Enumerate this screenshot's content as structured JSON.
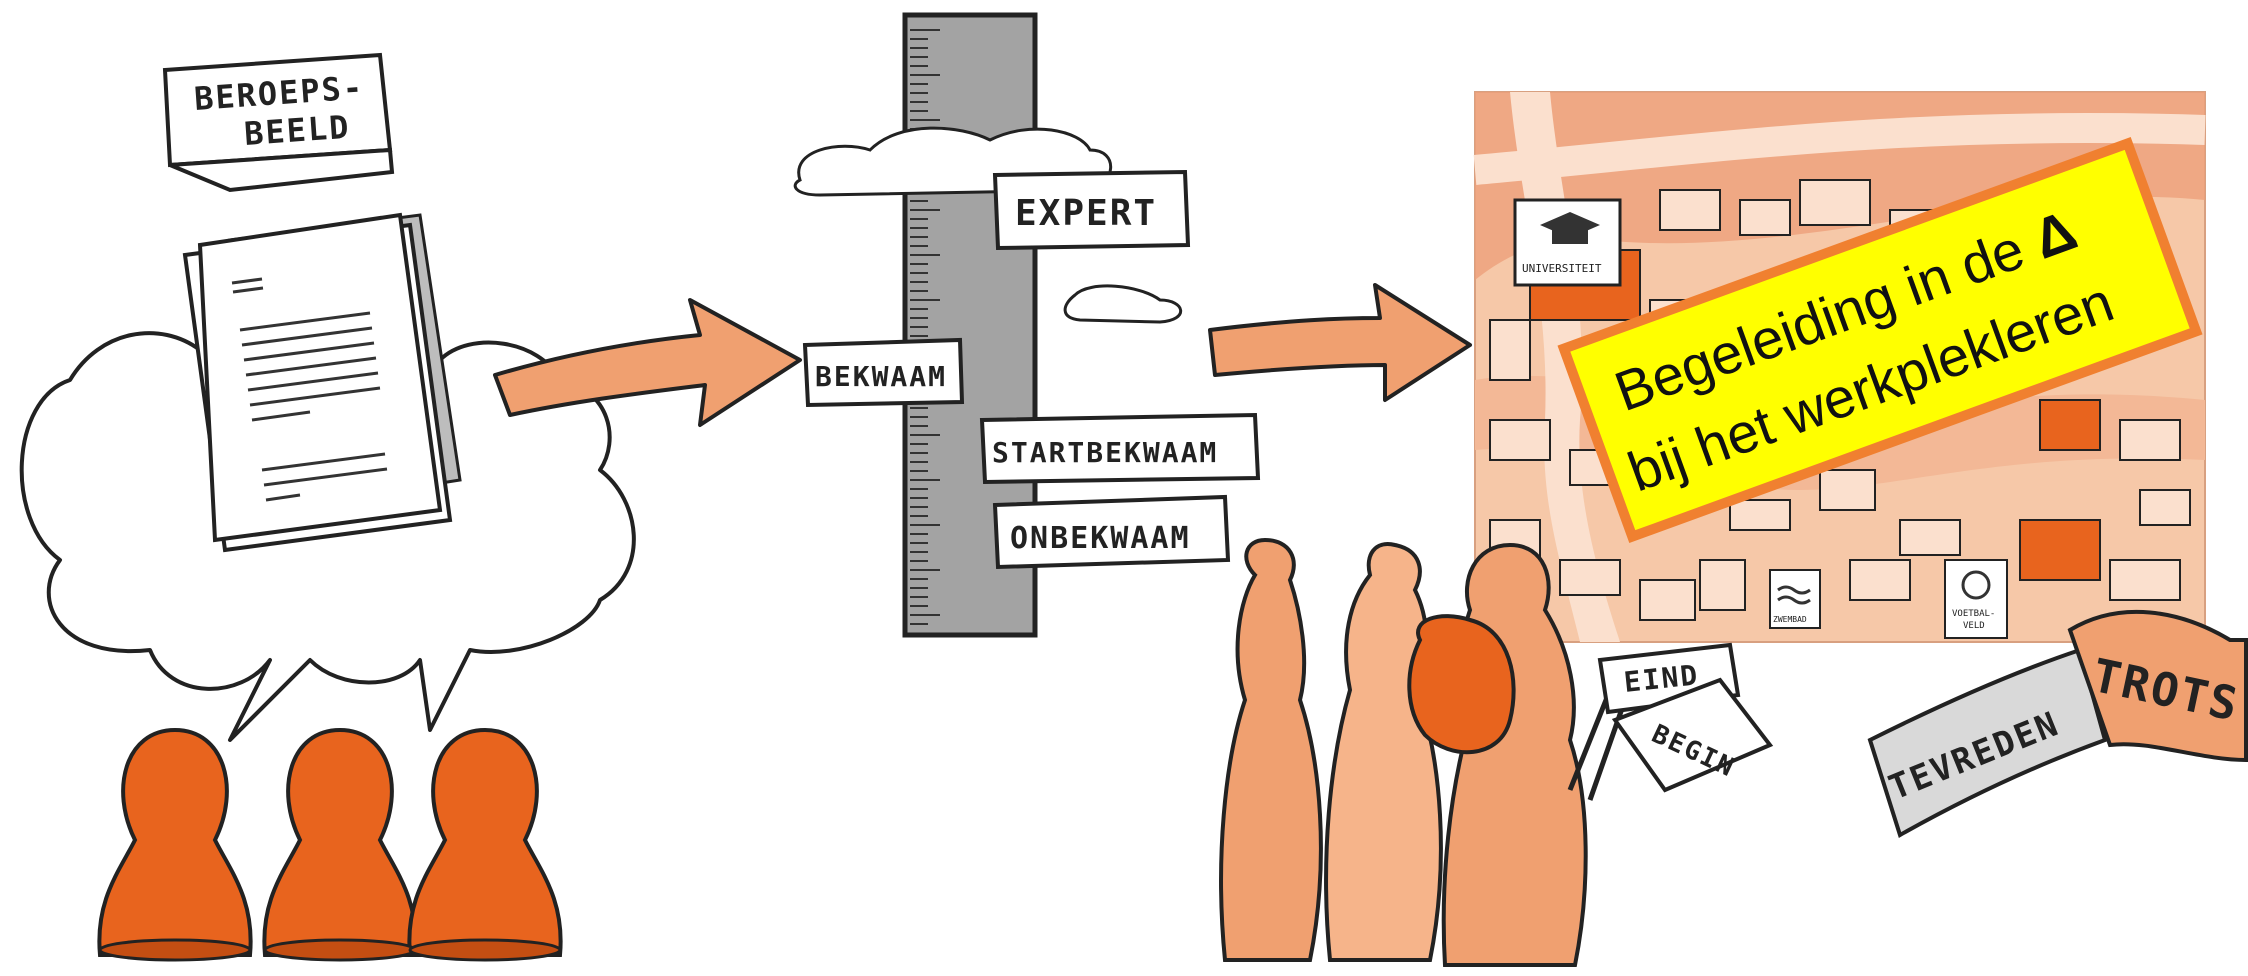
{
  "labels": {
    "beroepsbeeld_line1": "BEROEPS-",
    "beroepsbeeld_line2": "BEELD",
    "expert": "EXPERT",
    "bekwaam": "BEKWAAM",
    "startbekwaam": "STARTBEKWAAM",
    "onbekwaam": "ONBEKWAAM",
    "universiteit": "UNIVERSITEIT",
    "zwembad": "ZWEMBAD",
    "voetbalveld_line1": "VOETBAL-",
    "voetbalveld_line2": "VELD",
    "eind": "EIND",
    "begin": "BEGIN",
    "tevreden": "TEVREDEN",
    "trots": "TROTS"
  },
  "banner": {
    "line1": "Begeleiding in de ",
    "delta": "Δ",
    "line2": "bij het werkplekleren"
  },
  "colors": {
    "orange_dark": "#e8641e",
    "orange_mid": "#f0a070",
    "orange_light": "#f6c8a8",
    "banner_yellow": "#ffff00",
    "banner_border": "#f08030",
    "ruler_gray": "#a3a3a3"
  }
}
